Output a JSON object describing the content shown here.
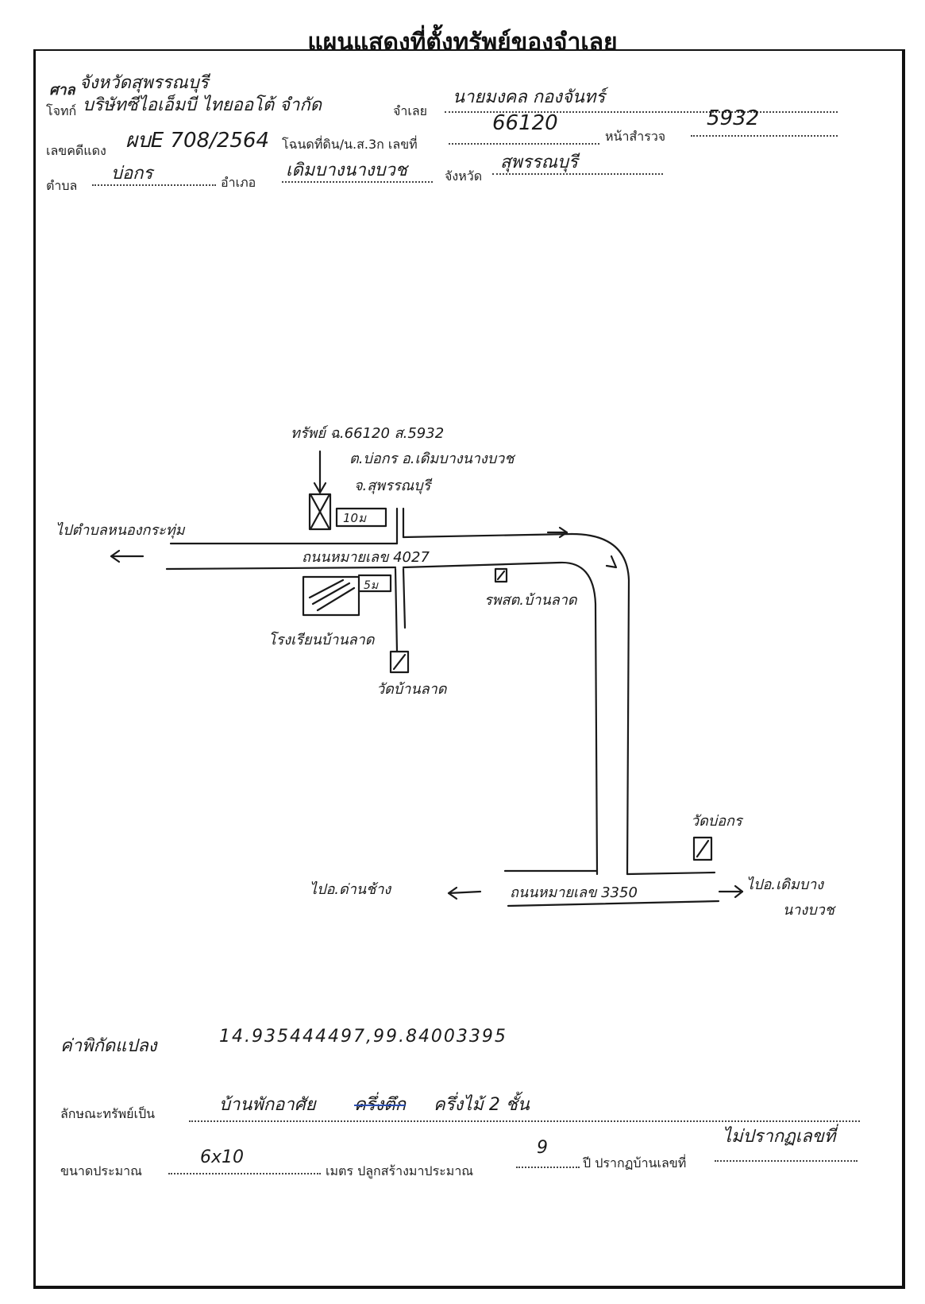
{
  "title": "แผนแสดงที่ตั้งทรัพย์ของจำเลย",
  "header": {
    "court_label": "ศาล",
    "court_value": "จังหวัดสุพรรณบุรี",
    "plaintiff_label": "โจทก์",
    "plaintiff_value": "บริษัทซีไอเอ็มบี ไทยออโต้ จำกัด",
    "defendant_label": "จำเลย",
    "defendant_value": "นายมงคล กองจันทร์",
    "case_label": "เลขคดีแดง",
    "case_value": "ผบE 708/2564",
    "deed_label": "โฉนดที่ดิน/น.ส.3ก เลขที่",
    "deed_value": "66120",
    "survey_label": "หน้าสำรวจ",
    "survey_value": "5932",
    "subdistrict_label": "ตำบล",
    "subdistrict_value": "บ่อกร",
    "district_label": "อำเภอ",
    "district_value": "เดิมบางนางบวช",
    "province_label": "จังหวัด",
    "province_value": "สุพรรณบุรี"
  },
  "map": {
    "property_note_line1": "ทรัพย์ ฉ.66120 ส.5932",
    "property_note_line2": "ต.บ่อกร อ.เดิมบางนางบวช",
    "property_note_line3": "จ.สุพรรณบุรี",
    "to_left_top": "ไปตำบลหนองกระทุ่ม",
    "distance_top": "10ม",
    "road_top": "ถนนหมายเลข 4027",
    "distance_side": "5ม",
    "school_label": "โรงเรียนบ้านลาด",
    "health_label": "รพสต.บ้านลาด",
    "temple_label_1": "วัดบ้านลาด",
    "temple_label_2": "วัดบ่อกร",
    "to_left_bottom": "ไปอ.ด่านช้าง",
    "road_bottom": "ถนนหมายเลข 3350",
    "to_right_bottom_1": "ไปอ.เดิมบาง",
    "to_right_bottom_2": "นางบวช"
  },
  "footer": {
    "coords_label": "ค่าพิกัดแปลง",
    "coords_value": "14.935444497,99.84003395",
    "type_label": "ลักษณะทรัพย์เป็น",
    "type_value_a": "บ้านพักอาศัย",
    "type_value_struck": "ครึ่งตึก",
    "type_value_b": "ครึ่งไม้ 2 ชั้น",
    "size_label": "ขนาดประมาณ",
    "size_value": "6x10",
    "meter_label": "เมตร ปลูกสร้างมาประมาณ",
    "years_value": "9",
    "year_label": "ปี ปรากฏบ้านเลขที่",
    "house_no_value": "ไม่ปรากฏเลขที่"
  }
}
